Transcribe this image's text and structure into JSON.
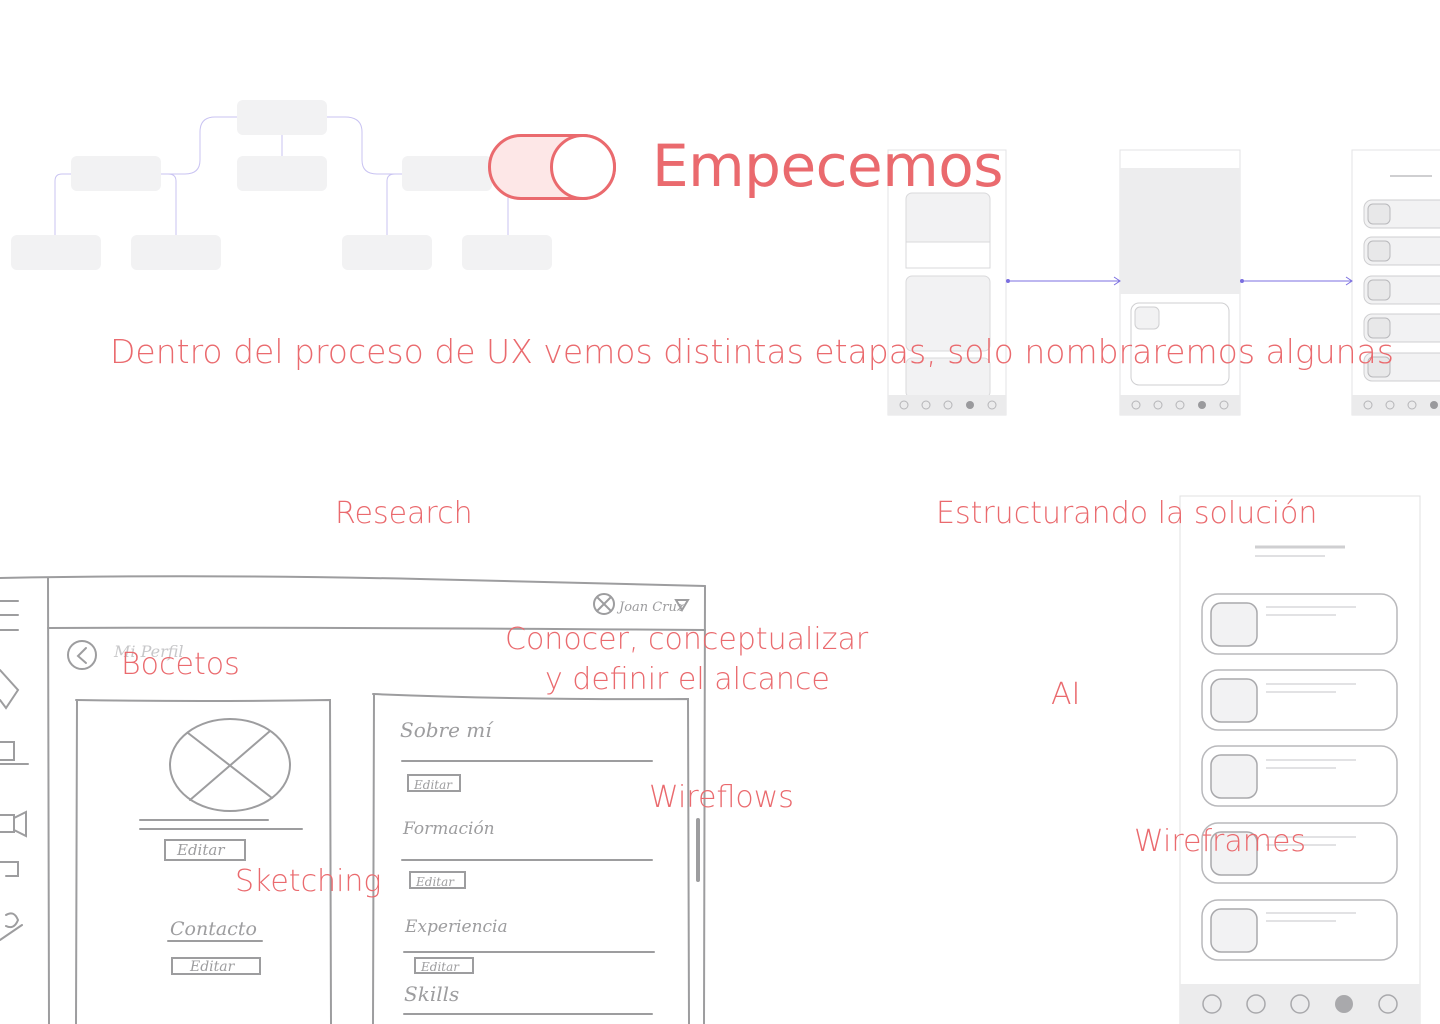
{
  "header": {
    "title": "Empecemos",
    "subtitle": "Dentro del proceso de UX vemos distintas etapas, solo nombraremos algunas"
  },
  "toggle": {
    "state": "on"
  },
  "stages": {
    "research": "Research",
    "estructurando": "Estructurando la solución",
    "bocetos": "Bocetos",
    "conocer": "Conocer, conceptualizar",
    "alcance": "y definir el alcance",
    "ai": "AI",
    "wireflows": "Wireflows",
    "wireframes": "Wireframes",
    "sketching": "Sketching"
  },
  "sketch": {
    "user_name": "Joan Cruz",
    "profile_title": "Mi Perfil",
    "about": "Sobre mí",
    "education": "Formación",
    "experience": "Experiencia",
    "skills": "Skills",
    "contact": "Contacto",
    "edit": "Editar"
  },
  "colors": {
    "accent": "#ea6a6e",
    "accent_light": "#fde7e7",
    "placeholder": "#f2f2f3",
    "wire_gray": "#cfcfd1",
    "connector": "#7b6fe0"
  }
}
